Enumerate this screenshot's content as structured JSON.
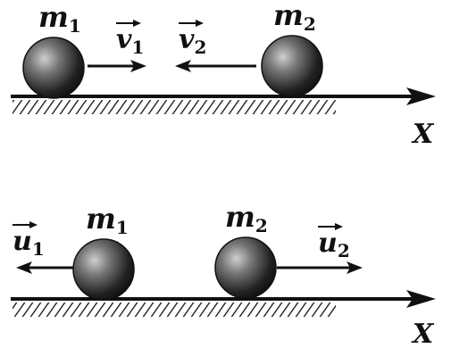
{
  "scenes": {
    "before": {
      "ball_left": {
        "symbol": "m",
        "index": "1"
      },
      "ball_right": {
        "symbol": "m",
        "index": "2"
      },
      "velocity_left": {
        "symbol": "v",
        "index": "1"
      },
      "velocity_right": {
        "symbol": "v",
        "index": "2"
      },
      "axis_label": "X"
    },
    "after": {
      "ball_left": {
        "symbol": "m",
        "index": "1"
      },
      "ball_right": {
        "symbol": "m",
        "index": "2"
      },
      "velocity_left": {
        "symbol": "u",
        "index": "1"
      },
      "velocity_right": {
        "symbol": "u",
        "index": "2"
      },
      "axis_label": "X"
    }
  },
  "colors": {
    "ink": "#111111",
    "ball_highlight": "#bdbdbd",
    "ball_dark": "#1a1a1a"
  }
}
